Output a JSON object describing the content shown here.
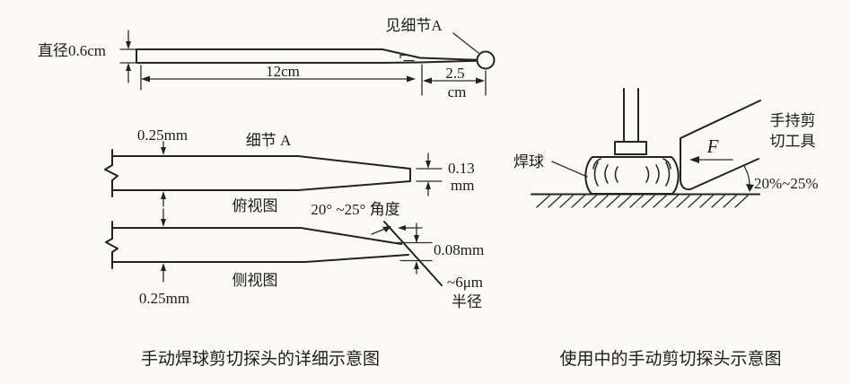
{
  "colors": {
    "paper": "#fbfaf7",
    "ink": "#222220"
  },
  "overview": {
    "diameter_label": "直径0.6cm",
    "length_label": "12cm",
    "tip_length_value": "2.5",
    "tip_length_unit": "cm",
    "detail_callout": "见细节A"
  },
  "detail": {
    "title": "细节 A",
    "top_view_label": "俯视图",
    "side_view_label": "侧视图",
    "top_thickness_label": "0.25mm",
    "side_thickness_label": "0.25mm",
    "tip_width_value": "0.13",
    "tip_width_unit": "mm",
    "tip_height_label": "0.08mm",
    "angle_label": "20° ~25° 角度",
    "radius_value": "~6μm",
    "radius_unit_label": "半径"
  },
  "usage": {
    "ball_label": "焊球",
    "force_label": "F",
    "tool_label_line1": "手持剪",
    "tool_label_line2": "切工具",
    "angle_label": "20%~25%"
  },
  "captions": {
    "left": "手动焊球剪切探头的详细示意图",
    "right": "使用中的手动剪切探头示意图"
  }
}
